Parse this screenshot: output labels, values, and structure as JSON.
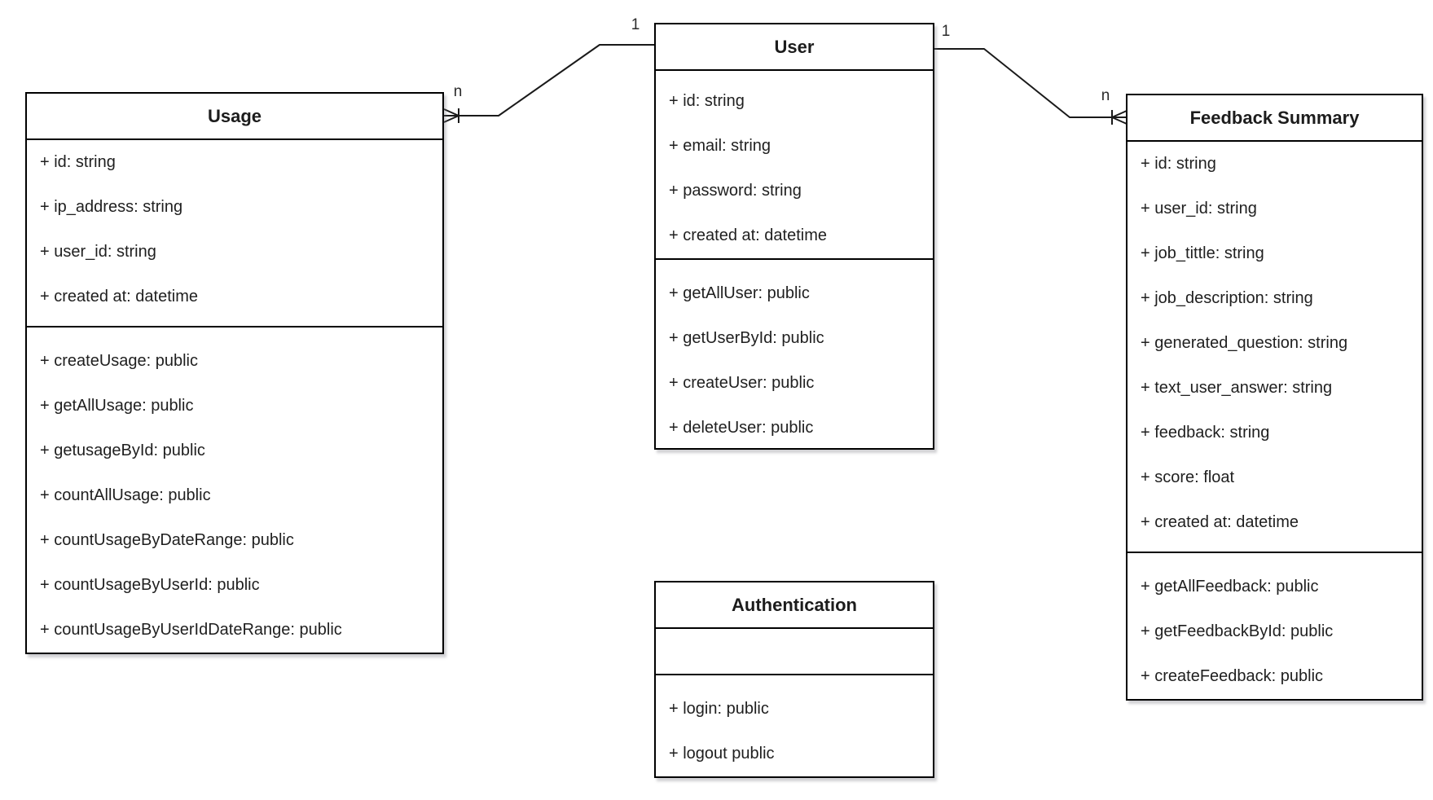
{
  "diagram": {
    "colors": {
      "background": "#ffffff",
      "box_fill": "#ffffff",
      "box_border": "#000000",
      "line": "#1a1a1a",
      "text": "#1f1f1f"
    },
    "classes": [
      {
        "id": "usage",
        "title": "Usage",
        "attributes": [
          "+ id: string",
          "+ ip_address: string",
          "+ user_id: string",
          "+ created at: datetime"
        ],
        "methods": [
          "+ createUsage: public",
          "+ getAllUsage: public",
          "+ getusageById: public",
          "+ countAllUsage: public",
          "+ countUsageByDateRange: public",
          "+ countUsageByUserId: public",
          "+ countUsageByUserIdDateRange: public"
        ]
      },
      {
        "id": "user",
        "title": "User",
        "attributes": [
          "+ id: string",
          "+ email: string",
          "+ password: string",
          "+ created at: datetime"
        ],
        "methods": [
          "+ getAllUser: public",
          "+ getUserById: public",
          "+ createUser: public",
          "+ deleteUser: public"
        ]
      },
      {
        "id": "feedback-summary",
        "title": "Feedback Summary",
        "attributes": [
          "+ id: string",
          "+ user_id: string",
          "+ job_tittle: string",
          "+ job_description: string",
          "+ generated_question: string",
          "+ text_user_answer: string",
          "+ feedback: string",
          "+ score: float",
          "+ created at: datetime"
        ],
        "methods": [
          "+ getAllFeedback: public",
          "+ getFeedbackById: public",
          "+ createFeedback: public"
        ]
      },
      {
        "id": "authentication",
        "title": "Authentication",
        "attributes": [],
        "methods": [
          "+ login: public",
          "+ logout public"
        ]
      }
    ],
    "relationships": [
      {
        "id": "user-usage",
        "from_class": "User",
        "to_class": "Usage",
        "from_label": "1",
        "to_label": "n",
        "notation": "crow-foot-many"
      },
      {
        "id": "user-feedback-summary",
        "from_class": "User",
        "to_class": "Feedback Summary",
        "from_label": "1",
        "to_label": "n",
        "notation": "crow-foot-many"
      }
    ]
  }
}
